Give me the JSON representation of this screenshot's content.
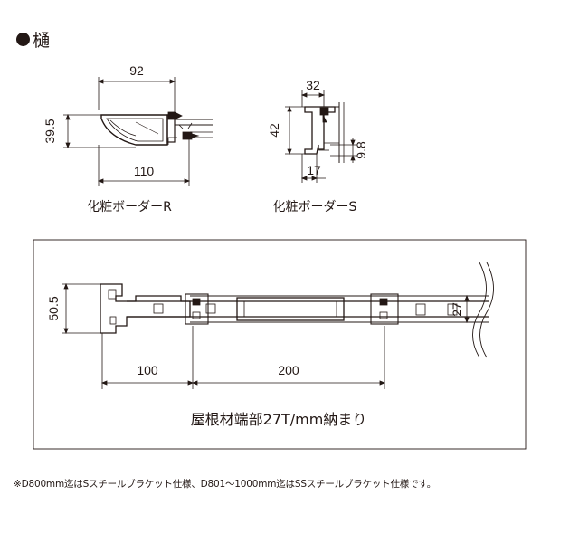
{
  "heading": {
    "title": "樋"
  },
  "detail_r": {
    "dim_top": "92",
    "dim_left": "39.5",
    "dim_bottom": "110",
    "caption": "化粧ボーダーR"
  },
  "detail_s": {
    "dim_top": "32",
    "dim_left": "42",
    "dim_bottom": "17",
    "dim_right": "9.8",
    "caption": "化粧ボーダーS"
  },
  "section": {
    "dim_height": "50.5",
    "dim_end": "27",
    "dim_span1": "100",
    "dim_span2": "200",
    "caption": "屋根材端部27T/mm納まり"
  },
  "footnote": "※D800mm迄はSスチールブラケット仕様、D801～1000mm迄はSSスチールブラケット仕様です。"
}
